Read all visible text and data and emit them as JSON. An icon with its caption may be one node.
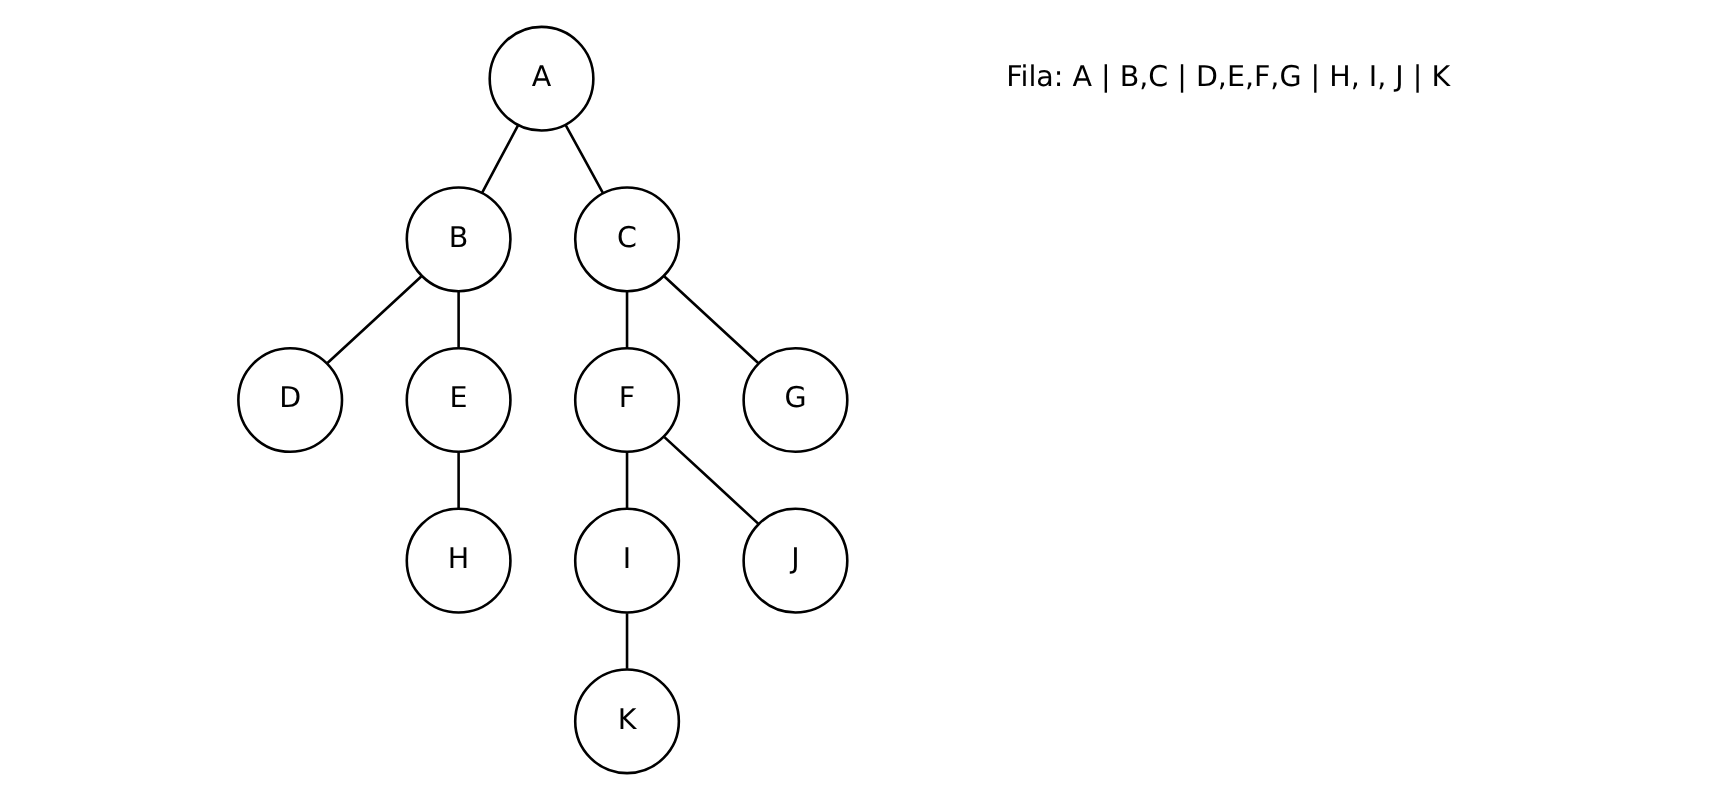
{
  "diagram": {
    "nodes": [
      {
        "text": [
          "A"
        ]
      },
      {
        "text": [
          "B"
        ]
      },
      {
        "text": [
          "C"
        ]
      },
      {
        "text": [
          "D"
        ]
      },
      {
        "text": [
          "E"
        ]
      },
      {
        "text": [
          "F"
        ]
      },
      {
        "text": [
          "G"
        ]
      },
      {
        "text": [
          "H"
        ]
      },
      {
        "text": [
          "I"
        ]
      },
      {
        "text": [
          "J"
        ]
      },
      {
        "text": [
          "K"
        ]
      }
    ],
    "edges": [
      {
        "from": 0,
        "to": 1,
        "arrow": "none"
      },
      {
        "from": 0,
        "to": 2,
        "arrow": "none"
      },
      {
        "from": 1,
        "to": 3,
        "arrow": "none"
      },
      {
        "from": 1,
        "to": 4,
        "arrow": "none"
      },
      {
        "from": 2,
        "to": 5,
        "arrow": "none"
      },
      {
        "from": 2,
        "to": 6,
        "arrow": "none"
      },
      {
        "from": 4,
        "to": 7,
        "arrow": "none"
      },
      {
        "from": 5,
        "to": 8,
        "arrow": "none"
      },
      {
        "from": 5,
        "to": 9,
        "arrow": "none"
      },
      {
        "from": 8,
        "to": 10,
        "arrow": "none"
      }
    ],
    "labels": [
      "Fila: A | B,C | D,E,F,G | H, I, J | K"
    ]
  }
}
